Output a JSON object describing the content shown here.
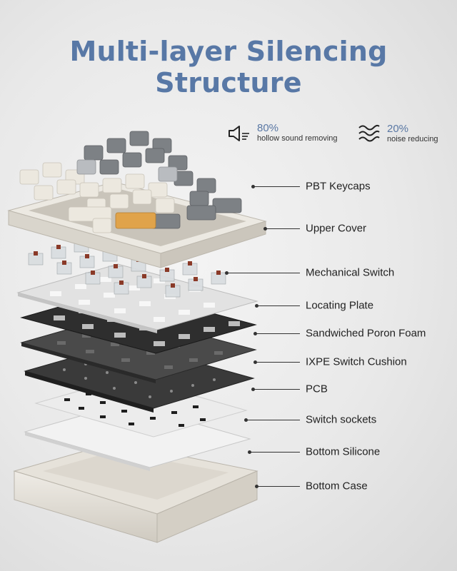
{
  "title": "Multi-layer Silencing Structure",
  "stats": [
    {
      "icon": "speaker-icon",
      "percent": "80%",
      "text": "hollow sound removing"
    },
    {
      "icon": "sound-wave-icon",
      "percent": "20%",
      "text": "noise reducing"
    }
  ],
  "layers": [
    {
      "name": "PBT Keycaps"
    },
    {
      "name": "Upper Cover"
    },
    {
      "name": "Mechanical Switch"
    },
    {
      "name": "Locating Plate"
    },
    {
      "name": "Sandwiched Poron Foam"
    },
    {
      "name": "IXPE Switch Cushion"
    },
    {
      "name": "PCB"
    },
    {
      "name": "Switch sockets"
    },
    {
      "name": "Bottom Silicone"
    },
    {
      "name": "Bottom Case"
    }
  ],
  "colors": {
    "title": "#5878a6",
    "keycap_gray": "#7d8185",
    "keycap_cream": "#ece8df",
    "accent_key": "#e0a34a",
    "switch_stem": "#8a3a28",
    "plate": "#d9d9d9",
    "foam": "#2e2e2e",
    "pcb": "#3a3a3a",
    "case": "#e6e2da"
  }
}
